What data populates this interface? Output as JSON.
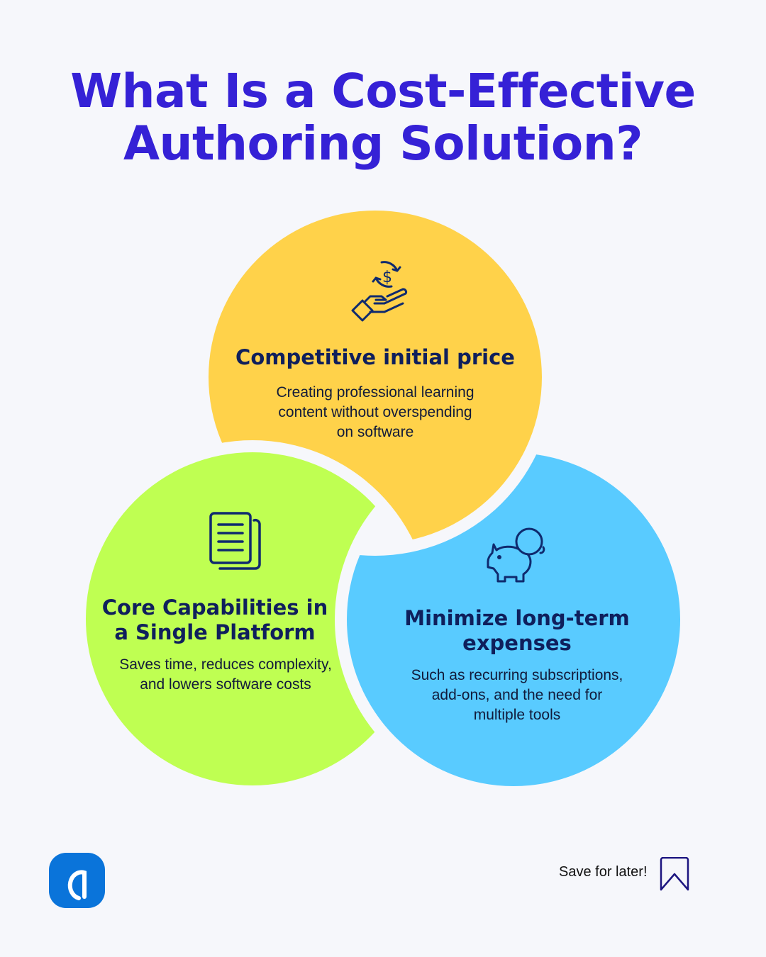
{
  "title_line1": "What Is a Cost-Effective",
  "title_line2": "Authoring Solution?",
  "colors": {
    "title": "#3521d6",
    "yellow": "#ffd24a",
    "green": "#bfff52",
    "blue": "#59cbff",
    "navy": "#0f1f5c",
    "logo": "#0a74da"
  },
  "circles": [
    {
      "title": "Competitive initial price",
      "body_lines": [
        "Creating professional learning",
        "content without overspending",
        "on software"
      ],
      "icon": "hand-dollar-icon"
    },
    {
      "title_lines": [
        "Core Capabilities in",
        "a Single Platform"
      ],
      "body_lines": [
        "Saves time, reduces complexity,",
        "and lowers software costs"
      ],
      "icon": "document-icon"
    },
    {
      "title_lines": [
        "Minimize long-term",
        "expenses"
      ],
      "body_lines": [
        "Such as recurring subscriptions,",
        "add-ons, and the need for",
        "multiple tools"
      ],
      "icon": "piggy-bank-icon"
    }
  ],
  "footer": {
    "save_label": "Save for later!",
    "logo": "a"
  }
}
